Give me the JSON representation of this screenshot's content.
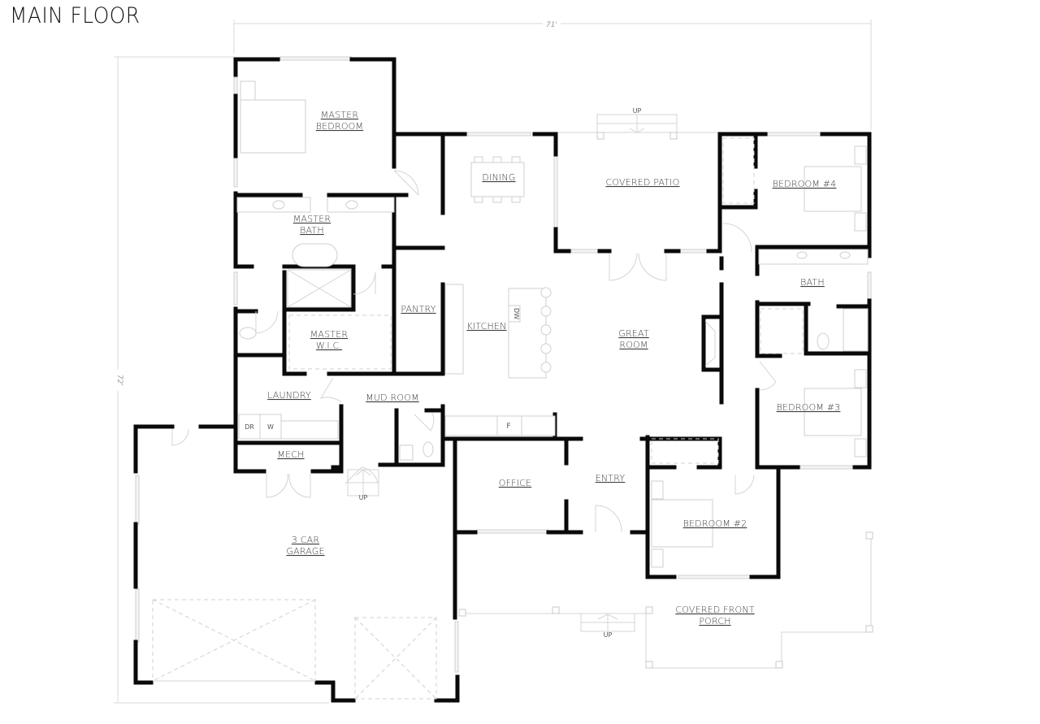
{
  "title": "MAIN FLOOR",
  "dimensions": {
    "width": "71'",
    "depth": "72'"
  },
  "rooms": {
    "master_bedroom": [
      "MASTER",
      "BEDROOM"
    ],
    "master_bath": [
      "MASTER",
      "BATH"
    ],
    "master_wic": [
      "MASTER",
      "W.I.C."
    ],
    "pantry": "PANTRY",
    "dining": "DINING",
    "covered_patio": "COVERED PATIO",
    "bedroom_4": "BEDROOM #4",
    "bath": "BATH",
    "kitchen": "KITCHEN",
    "great_room": [
      "GREAT",
      "ROOM"
    ],
    "bedroom_3": "BEDROOM #3",
    "laundry": "LAUNDRY",
    "mud_room": "MUD ROOM",
    "mech": "MECH",
    "office": "OFFICE",
    "entry": "ENTRY",
    "bedroom_2": "BEDROOM #2",
    "garage": [
      "3 CAR",
      "GARAGE"
    ],
    "covered_front_porch": [
      "COVERED FRONT",
      "PORCH"
    ]
  },
  "annotations": {
    "patio_stairs": "UP",
    "garage_stairs": "UP",
    "porch_stairs": "UP",
    "dryer": "DR",
    "washer": "W",
    "dishwasher": "DW",
    "fridge": "F"
  }
}
